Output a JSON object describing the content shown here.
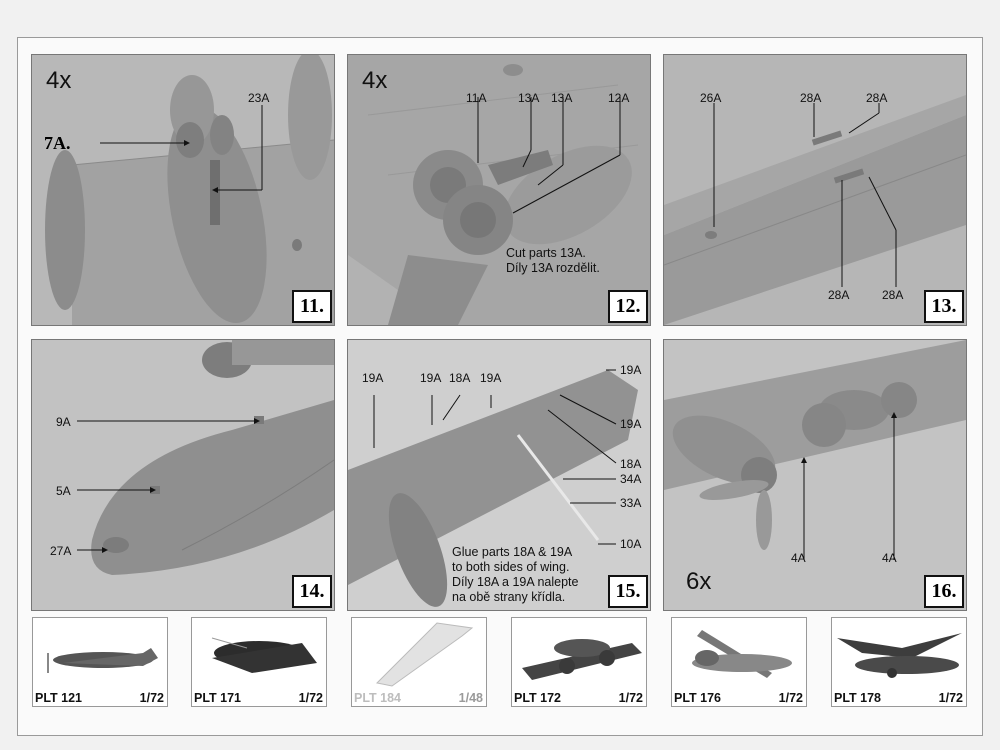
{
  "panels": [
    {
      "step": "11.",
      "multiplier": "4x",
      "labels": [
        "7A.",
        "23A"
      ]
    },
    {
      "step": "12.",
      "multiplier": "4x",
      "labels": [
        "11A",
        "13A",
        "13A",
        "12A"
      ],
      "note": [
        "Cut parts 13A.",
        "Díly 13A rozdělit."
      ]
    },
    {
      "step": "13.",
      "multiplier": "",
      "labels": [
        "26A",
        "28A",
        "28A",
        "28A",
        "28A"
      ]
    },
    {
      "step": "14.",
      "multiplier": "",
      "labels": [
        "9A",
        "5A",
        "27A"
      ]
    },
    {
      "step": "15.",
      "multiplier": "",
      "labels": [
        "19A",
        "19A",
        "18A",
        "19A",
        "19A",
        "19A",
        "18A",
        "34A",
        "33A",
        "10A"
      ],
      "note": [
        "Glue parts 18A & 19A",
        "to both sides of wing.",
        "Díly 18A a 19A nalepte",
        "na obě strany křídla."
      ]
    },
    {
      "step": "16.",
      "multiplier": "6x",
      "labels": [
        "4A",
        "4A"
      ]
    }
  ],
  "products": [
    {
      "code": "PLT 121",
      "scale": "1/72"
    },
    {
      "code": "PLT 171",
      "scale": "1/72"
    },
    {
      "code": "PLT 184",
      "scale": "1/48"
    },
    {
      "code": "PLT 172",
      "scale": "1/72"
    },
    {
      "code": "PLT 176",
      "scale": "1/72"
    },
    {
      "code": "PLT 178",
      "scale": "1/72"
    }
  ],
  "colors": {
    "model_grey": "#8e8e8e",
    "background_grey": "#b4b4b4",
    "leader_line": "#111111"
  }
}
